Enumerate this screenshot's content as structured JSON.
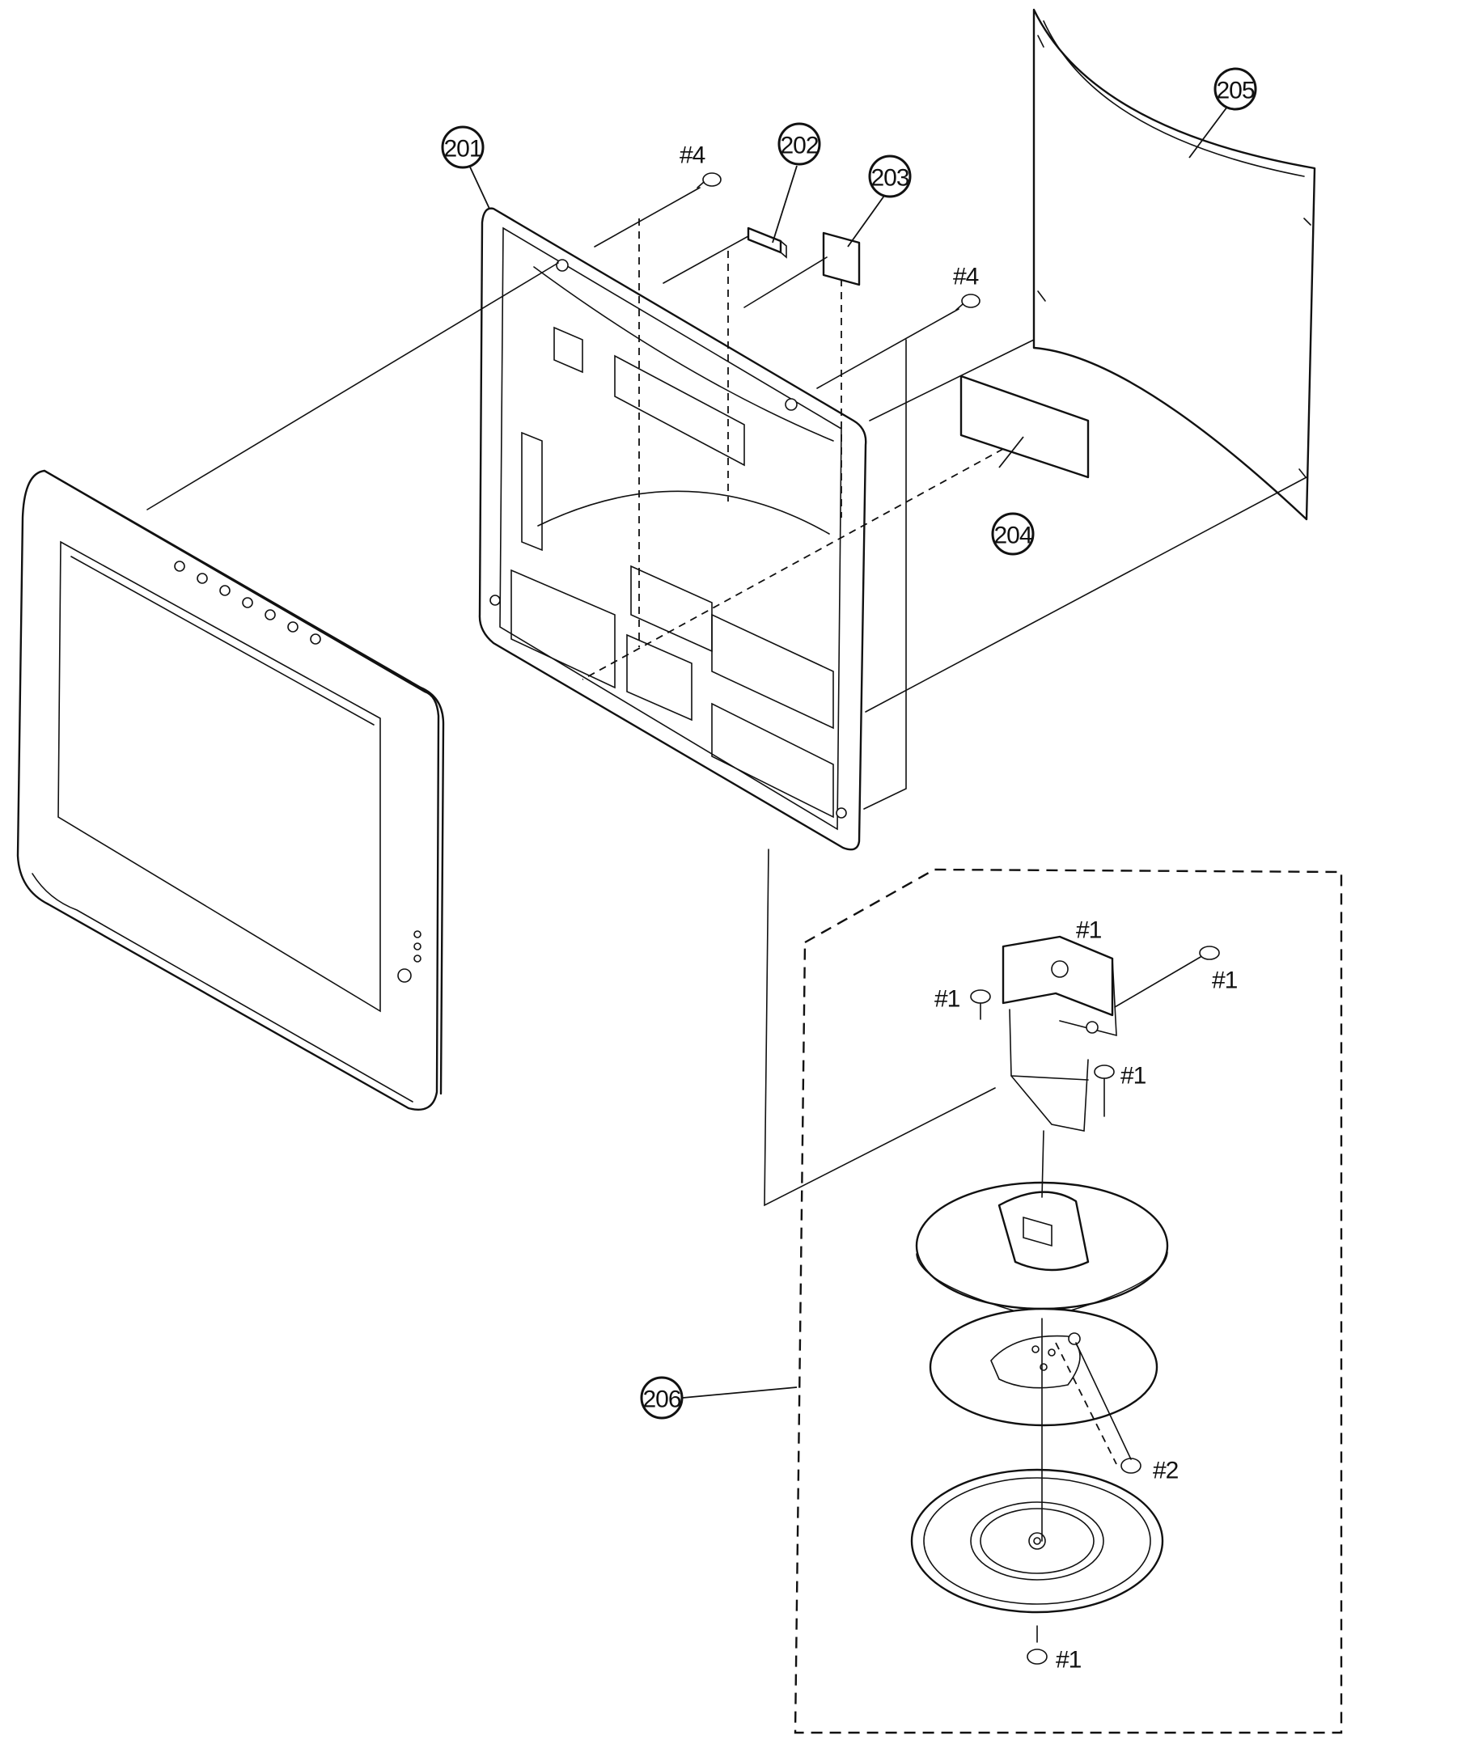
{
  "callouts": {
    "c201": "201",
    "c202": "202",
    "c203": "203",
    "c204": "204",
    "c205": "205",
    "c206": "206"
  },
  "screw_labels": {
    "s4_a": "#4",
    "s4_b": "#4",
    "s1_top": "#1",
    "s1_right": "#1",
    "s1_left": "#1",
    "s1_mid": "#1",
    "s2": "#2",
    "s1_bottom": "#1"
  }
}
